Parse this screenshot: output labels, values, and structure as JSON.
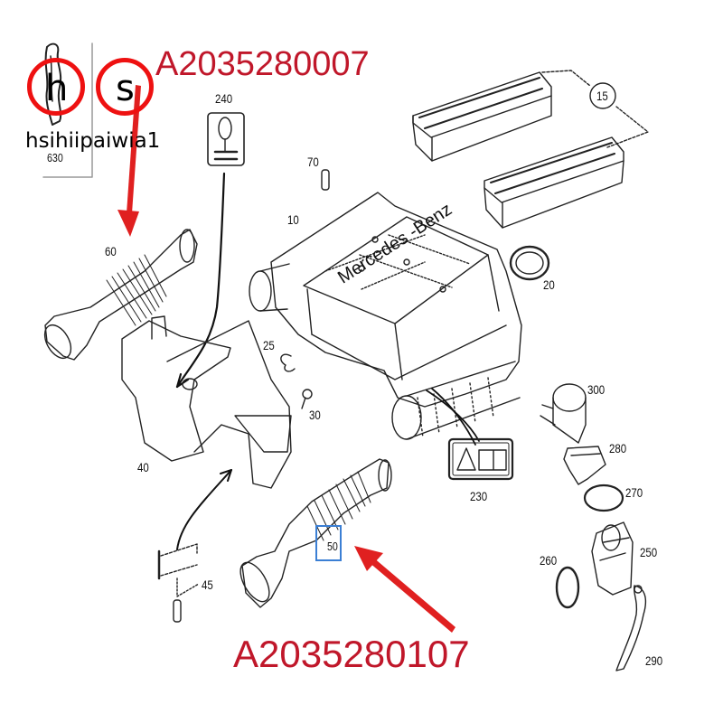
{
  "watermark": {
    "circle_letters": [
      "h",
      "s"
    ],
    "text": "hsihiipaiwia1",
    "circle_color": "#e01010"
  },
  "part_numbers": {
    "top": "A2035280007",
    "bottom": "A2035280107",
    "color": "#c0172a"
  },
  "callouts": {
    "c630": "630",
    "c240": "240",
    "c15": "15",
    "c70": "70",
    "c10": "10",
    "c20": "20",
    "c60": "60",
    "c25": "25",
    "c30": "30",
    "c40": "40",
    "c300": "300",
    "c280": "280",
    "c270": "270",
    "c230": "230",
    "c260": "260",
    "c250": "250",
    "c45": "45",
    "c50": "50",
    "c290": "290"
  },
  "brand_text": "Mercedes -Benz",
  "highlight": {
    "target": "50",
    "color": "#3b7fd4"
  },
  "arrow_color": "#e02020"
}
